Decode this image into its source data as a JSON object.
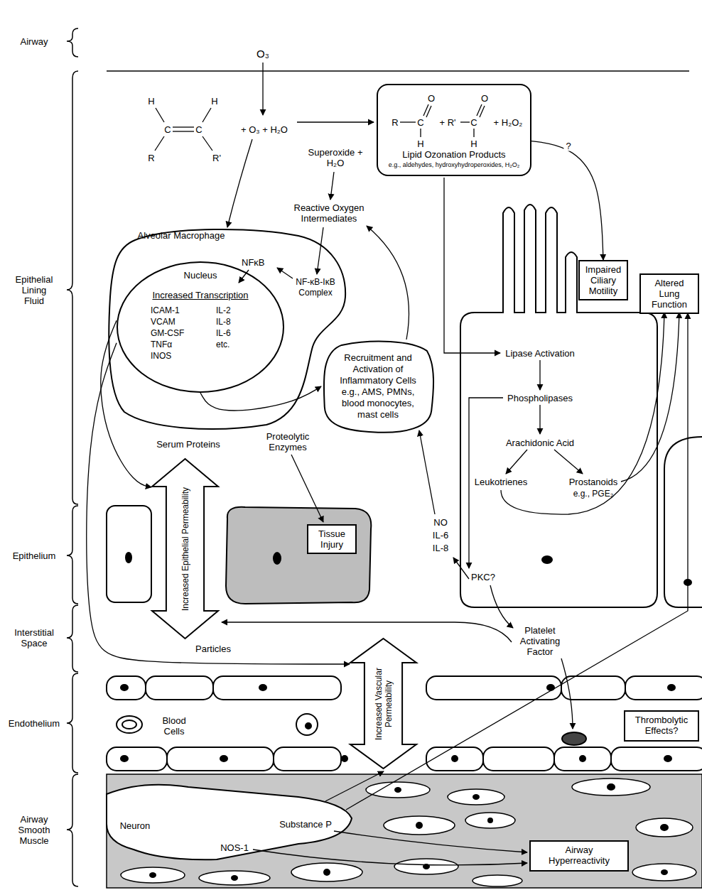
{
  "diagram": {
    "nodes": [
      {
        "text": [
          "Lipid Ozonation Products",
          "e.g., aldehydes, hydroxyhydroperoxides, H₂O₂"
        ]
      },
      {
        "text": [
          "Alveolar Macrophage",
          "NFκB",
          "NF-κB-IκB Complex"
        ]
      },
      {
        "text": [
          "Nucleus",
          "Increased Transcription",
          "ICAM-1",
          "VCAM",
          "GM-CSF",
          "TNFα",
          "INOS",
          "IL-2",
          "IL-8",
          "IL-6",
          "etc."
        ],
        "in": 1
      },
      {
        "text": [
          "Recruitment and Activation of Inflammatory Cells",
          "e.g., AMS, PMNs, blood monocytes, mast cells"
        ]
      },
      {
        "text": [
          "Impaired Ciliary Motility"
        ]
      },
      {
        "text": [
          "Altered Lung Function"
        ]
      },
      {
        "text": [
          "Increased Epithelial Permeability"
        ]
      },
      {
        "text": [
          "Tissue Injury"
        ]
      },
      {
        "text": [
          "Increased Vascular Permeability"
        ]
      },
      {
        "text": [
          "Thrombolytic Effects?"
        ]
      },
      {
        "text": [
          "Airway Hyperreactivity"
        ]
      }
    ],
    "edges": [
      {
        "from": 0,
        "to": 4,
        "label": "?",
        "arrow": "to"
      },
      {
        "from": 2,
        "to": 3,
        "arrow": "to"
      },
      {
        "from": 2,
        "to": 6,
        "arrow": "to"
      },
      {
        "from": 2,
        "to": 8,
        "arrow": "to"
      }
    ],
    "labels": [
      "Airway",
      "Epithelial Lining Fluid",
      "Epithelium",
      "Interstitial Space",
      "Endothelium",
      "Airway Smooth Muscle",
      "O₃",
      "H",
      "H",
      "C",
      "C",
      "R",
      "R'",
      "+ O₃ + H₂O",
      "R",
      "C",
      "O",
      "H",
      "+ R'",
      "C",
      "O",
      "H",
      "+ H₂O₂",
      "Superoxide + H₂O",
      "Reactive Oxygen Intermediates",
      "Proteolytic Enzymes",
      "Serum Proteins",
      "Lipase Activation",
      "Phospholipases",
      "Arachidonic Acid",
      "Leukotrienes",
      "Prostanoids",
      "e.g., PGE₂",
      "NO",
      "IL-6",
      "IL-8",
      "PKC?",
      "Platelet Activating Factor",
      "Particles",
      "Blood Cells",
      "Neuron",
      "Substance P",
      "NOS-1"
    ]
  }
}
